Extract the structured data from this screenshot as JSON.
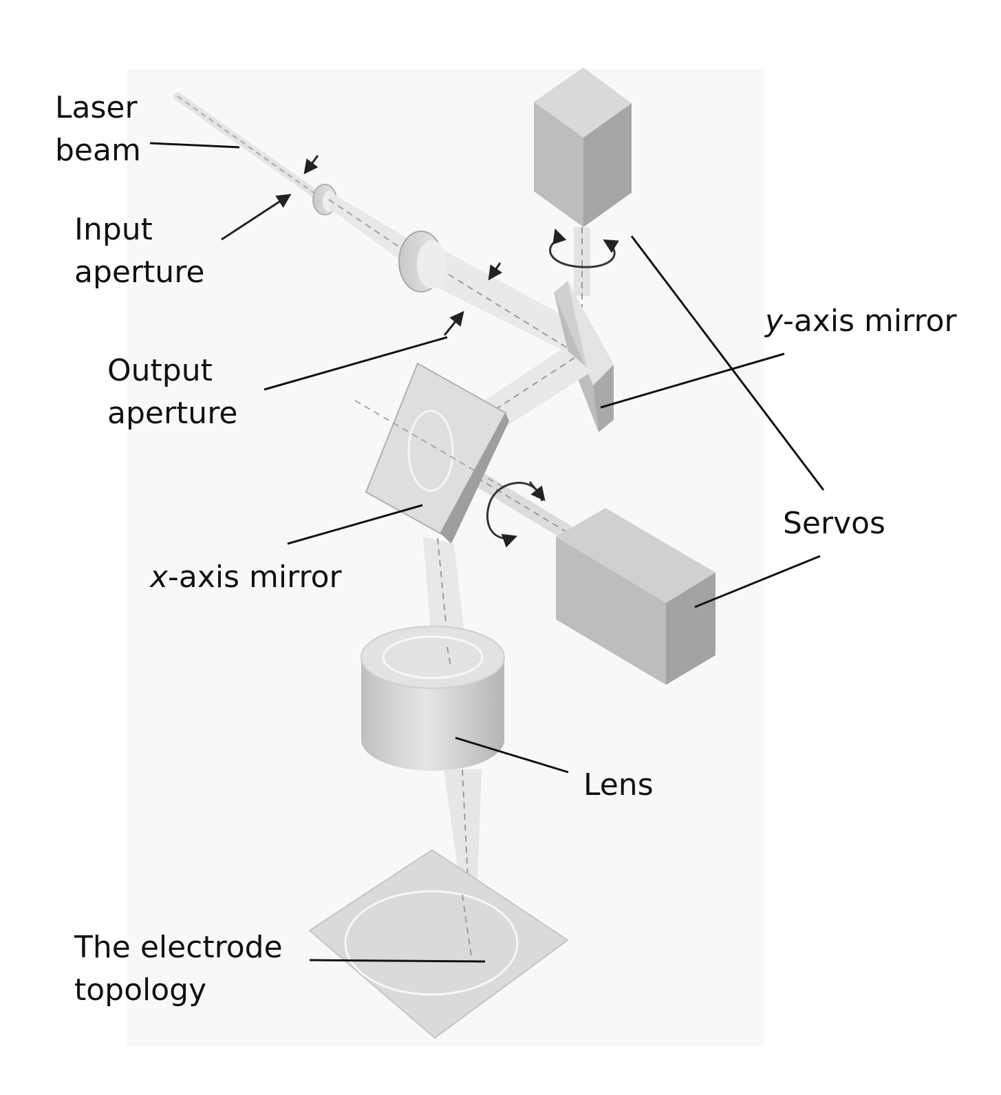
{
  "labels": {
    "laser_beam": [
      "Laser",
      "beam"
    ],
    "input_aperture": [
      "Input",
      "aperture"
    ],
    "output_aperture": [
      "Output",
      "aperture"
    ],
    "y_axis_mirror": {
      "var": "y",
      "rest": "-axis mirror"
    },
    "x_axis_mirror": {
      "var": "x",
      "rest": "-axis mirror"
    },
    "servos": "Servos",
    "lens": "Lens",
    "electrode_topology": [
      "The electrode",
      "topology"
    ]
  },
  "colors": {
    "background": "#ffffff",
    "backdrop": "#f7f7f7",
    "beam": "#e6e6e6",
    "beam_dash": "#9a9a9a",
    "servo_front": "#bdbdbd",
    "servo_side": "#a3a3a3",
    "servo_top": "#d6d6d6",
    "mirror_face": "#dcdcdc",
    "mirror_edge": "#9e9e9e",
    "lens": "#cfcfcf",
    "plate": "#dddddd",
    "leader": "#111111"
  }
}
